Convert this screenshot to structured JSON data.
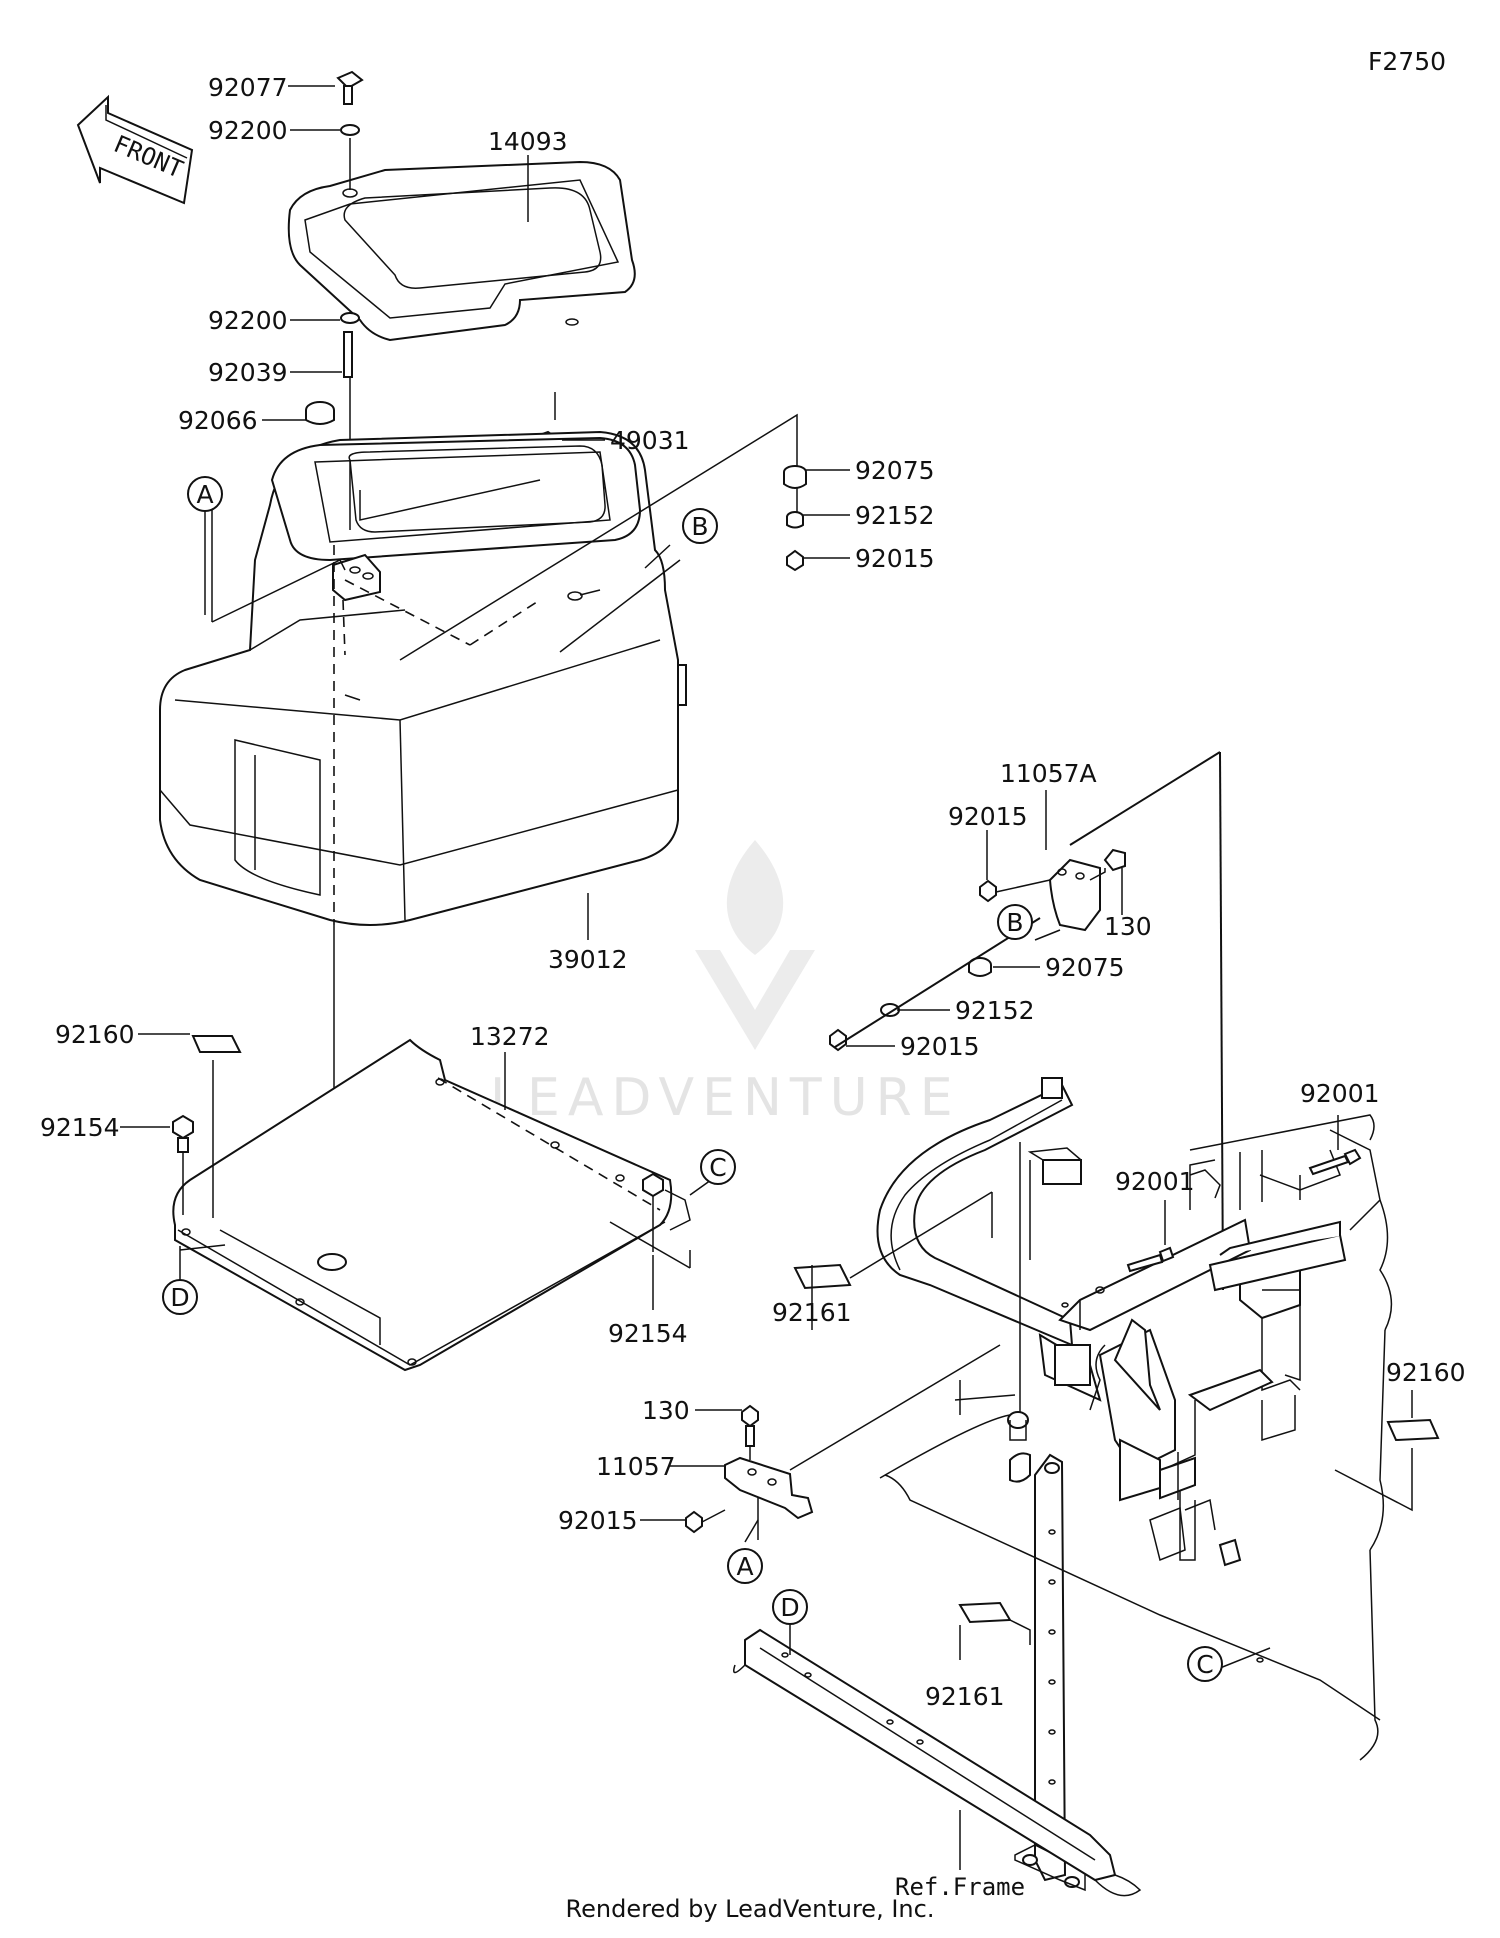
{
  "figure_code": "F2750",
  "front_arrow_text": "FRONT",
  "watermark_text": "LEADVENTURE",
  "footer_text": "Rendered by LeadVenture, Inc.",
  "frame_label": "Ref.Frame",
  "part_labels": {
    "p92077": "92077",
    "p92200_top": "92200",
    "p14093": "14093",
    "p92200_mid": "92200",
    "p92039": "92039",
    "p92066": "92066",
    "p49031": "49031",
    "p92075_top": "92075",
    "p92152_top": "92152",
    "p92015_top": "92015",
    "p39012": "39012",
    "p92160_left": "92160",
    "p13272": "13272",
    "p92154_left": "92154",
    "p92154_right": "92154",
    "p11057A": "11057A",
    "p92015_br": "92015",
    "p130_br": "130",
    "p92075_br": "92075",
    "p92152_br": "92152",
    "p92015_br2": "92015",
    "p92001_right": "92001",
    "p92001_mid": "92001",
    "p92161_top": "92161",
    "p92160_right": "92160",
    "p130_low": "130",
    "p11057": "11057",
    "p92015_low": "92015",
    "p92161_low": "92161"
  },
  "callouts": {
    "A_top": "A",
    "B_top": "B",
    "C_top": "C",
    "D_top": "D",
    "B_right": "B",
    "A_low": "A",
    "D_low": "D",
    "C_low": "C"
  }
}
